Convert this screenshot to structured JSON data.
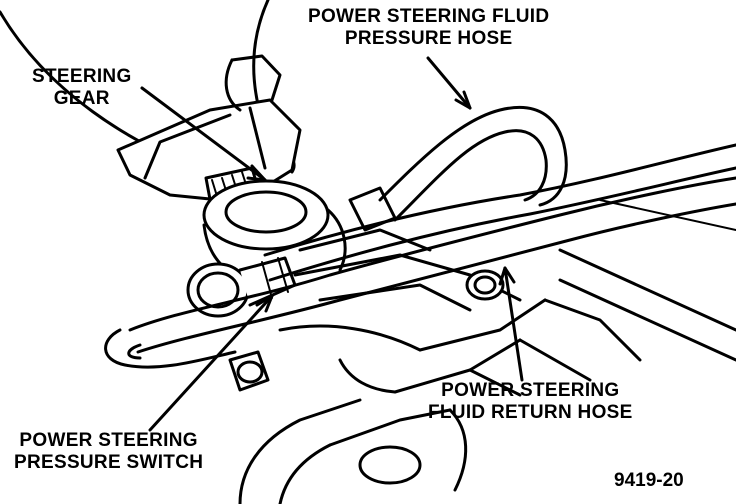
{
  "labels": {
    "pressure_hose": {
      "line1": "POWER STEERING FLUID",
      "line2": "PRESSURE HOSE"
    },
    "steering_gear": {
      "line1": "STEERING",
      "line2": "GEAR"
    },
    "return_hose": {
      "line1": "POWER STEERING",
      "line2": "FLUID RETURN HOSE"
    },
    "pressure_switch": {
      "line1": "POWER STEERING",
      "line2": "PRESSURE SWITCH"
    }
  },
  "figure_number": "9419-20",
  "colors": {
    "ink": "#000000",
    "paper": "#ffffff"
  }
}
